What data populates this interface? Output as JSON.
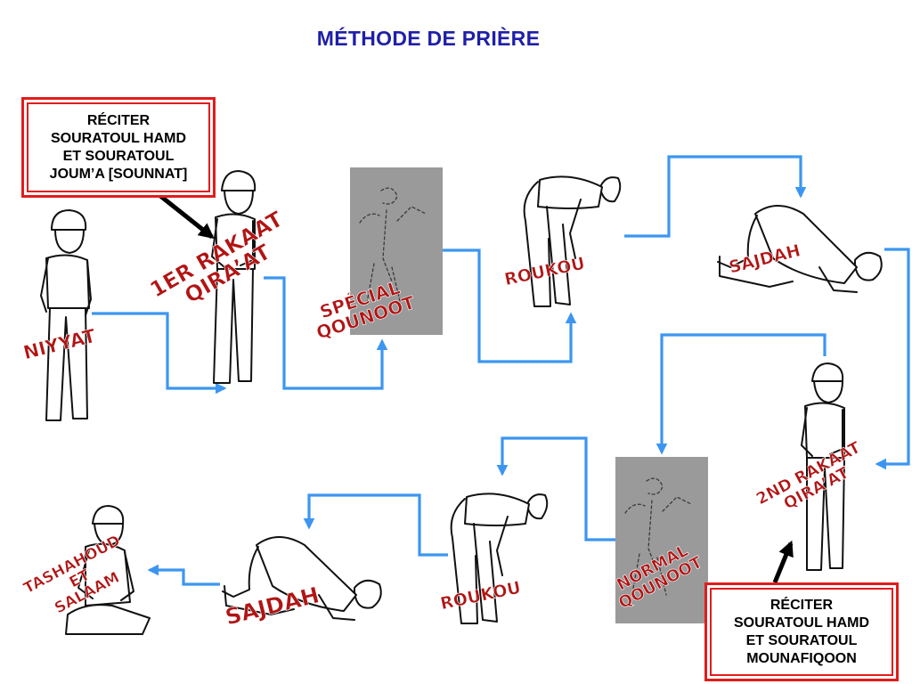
{
  "title": "MÉTHODE DE PRIÈRE",
  "colors": {
    "title": "#1f1fa8",
    "arrow": "#3c96f0",
    "label": "#b11414",
    "box_border": "#e31b1b",
    "qunoot_panel": "#9a9a9a"
  },
  "notes": {
    "top": "RÉCITER\nSOURATOUL HAMD\nET SOURATOUL\nJOUM’A [SOUNNAT]",
    "bottom": "RÉCITER\nSOURATOUL HAMD\nET SOURATOUL\nMOUNAFIQOON"
  },
  "steps": {
    "niyyat": "NIYYAT",
    "first_rakaat": "1ER RAKAAT\nQIRA’AT",
    "special_qounoot": "SPÉCIAL\nQOUNOOT",
    "roukou_1": "ROUKOU",
    "sajdah_1": "SAJDAH",
    "second_rakaat": "2ND RAKAAT\nQIRA’AT",
    "normal_qounoot": "NORMAL\nQOUNOOT",
    "roukou_2": "ROUKOU",
    "sajdah_2": "SAJDAH",
    "tashahoud": "TASHAHOUD\nET\nSALAAM"
  },
  "figures": [
    "standing-figure",
    "standing-figure",
    "qounoot-figure",
    "bowing-figure",
    "prostrating-figure",
    "standing-figure",
    "qounoot-figure",
    "bowing-figure",
    "prostrating-figure",
    "sitting-figure"
  ]
}
